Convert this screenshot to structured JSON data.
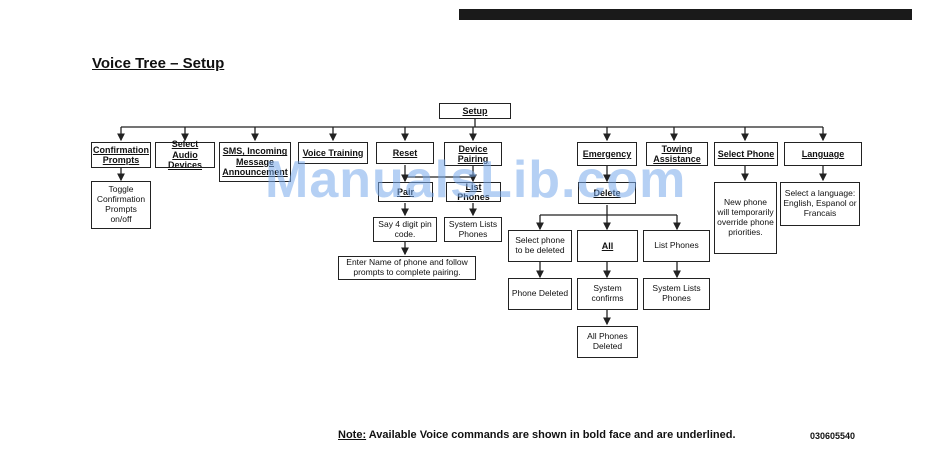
{
  "title": "Voice Tree – Setup",
  "root": "Setup",
  "level1": [
    "Confirmation Prompts",
    "Select Audio Devices",
    "SMS, Incoming Message Announcement",
    "Voice Training",
    "Reset",
    "Device Pairing",
    "Emergency",
    "Towing Assistance",
    "Select Phone",
    "Language"
  ],
  "level2": {
    "toggle": "Toggle Confirmation Prompts on/off",
    "pair": "Pair",
    "list_phones": "List Phones",
    "delete": "Delete",
    "new_phone": "New phone will temporarily override phone priorities.",
    "language_select": "Select a language: English, Espanol or Francais"
  },
  "level3": {
    "say_pin": "Say 4 digit pin code.",
    "system_lists_phones": "System Lists Phones",
    "select_phone_delete": "Select phone to be deleted",
    "all": "All",
    "list_phones": "List Phones"
  },
  "level4": {
    "enter_name": "Enter Name of phone and follow prompts to complete pairing.",
    "phone_deleted": "Phone Deleted",
    "system_confirms": "System confirms",
    "system_lists_phones": "System Lists Phones"
  },
  "level5": {
    "all_deleted": "All Phones Deleted"
  },
  "watermark": "ManualsLib.com",
  "note_label": "Note:",
  "note_text": " Available Voice commands are shown in bold face and are underlined.",
  "code": "030605540"
}
